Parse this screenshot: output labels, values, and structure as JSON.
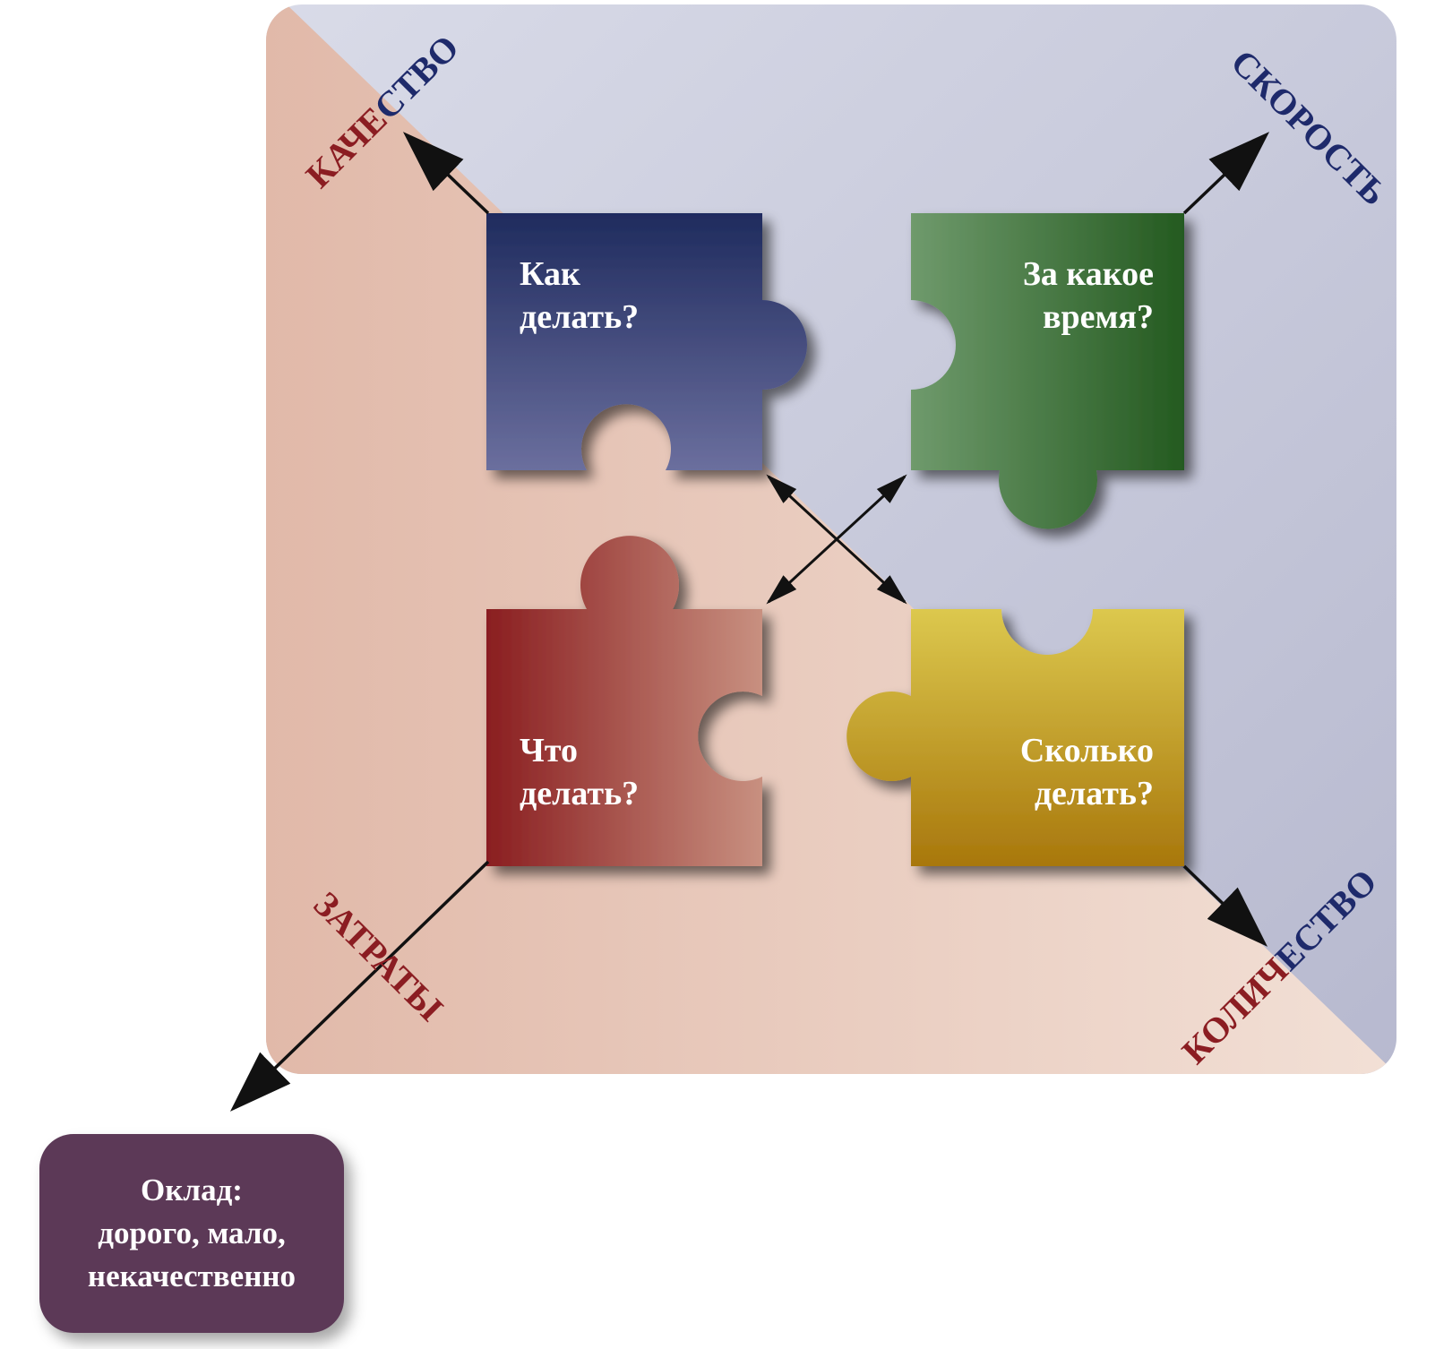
{
  "pieces": {
    "how": {
      "line1": "Как",
      "line2": "делать?",
      "color_top": "#1f2b5e",
      "color_bottom": "#6b6f9e"
    },
    "when": {
      "line1": "За какое",
      "line2": "время?",
      "color_left": "#6f9a6c",
      "color_right": "#245a20"
    },
    "what": {
      "line1": "Что",
      "line2": "делать?",
      "color_left": "#8a1e20",
      "color_right": "#c89080"
    },
    "how_much": {
      "line1": "Сколько",
      "line2": "делать?",
      "color_top": "#dcc84e",
      "color_bottom": "#a8770c"
    }
  },
  "axes": {
    "quality": {
      "red_part": "КАЧЕ",
      "blue_part": "СТВО"
    },
    "speed": {
      "text": "СКОРОСТЬ"
    },
    "costs": {
      "text": "ЗАТРАТЫ"
    },
    "quantity": {
      "red_part": "КОЛИЧ",
      "blue_part": "ЕСТВО"
    }
  },
  "salary": {
    "line1": "Оклад:",
    "line2": "дорого, мало,",
    "line3": "некачественно"
  },
  "colors": {
    "panel_blue": "#c2c5d8",
    "panel_peach": "#e6c6b8",
    "text_red": "#8b1d22",
    "text_blue": "#1e2a6b",
    "salary_bg": "#5c3957"
  }
}
